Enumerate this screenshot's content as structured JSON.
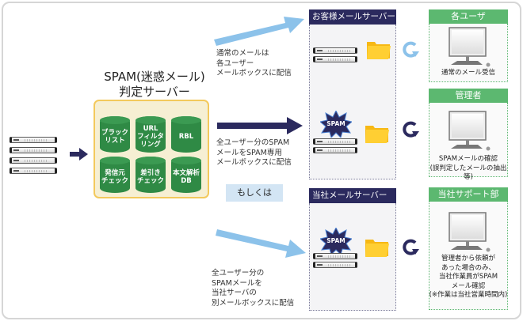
{
  "spam_server": {
    "title_line1": "SPAM(迷惑メール)",
    "title_line2": "判定サーバー",
    "filters": [
      {
        "label": "ブラック\nリスト"
      },
      {
        "label": "URL\nフィルタ\nリング"
      },
      {
        "label": "RBL"
      },
      {
        "label": "発信元\nチェック"
      },
      {
        "label": "差引き\nチェック"
      },
      {
        "label": "本文解析\nDB"
      }
    ]
  },
  "flows": {
    "normal": "通常のメールは\n各ユーザー\nメールボックスに配信",
    "spam_dedicated": "全ユーザー分のSPAM\nメールをSPAM専用\nメールボックスに配信",
    "or_label": "もしくは",
    "company_server": "全ユーザー分の\nSPAMメールを\n当社サーバの\n別メールボックスに配信"
  },
  "servers": {
    "customer": {
      "title": "お客様メールサーバー"
    },
    "company": {
      "title": "当社メールサーバー"
    },
    "spam_badge": "SPAM"
  },
  "recipients": [
    {
      "title": "各ユーザ",
      "text": "通常のメール受信"
    },
    {
      "title": "管理者",
      "text": "SPAMメールの確認\n(誤判定したメールの抽出等)"
    },
    {
      "title": "当社サポート部",
      "text": "管理者から依頼が\nあった場合のみ、\n当社作業員がSPAM\nメール確認\n(※作業は当社営業時間内)"
    }
  ],
  "colors": {
    "navy": "#2b2a5e",
    "light_blue": "#8cc2ea",
    "green": "#5cb870",
    "db_green": "#2f8a45",
    "folder_yellow": "#ffcf33",
    "judge_bg": "#f6efd3",
    "judge_border": "#f3c95c"
  }
}
